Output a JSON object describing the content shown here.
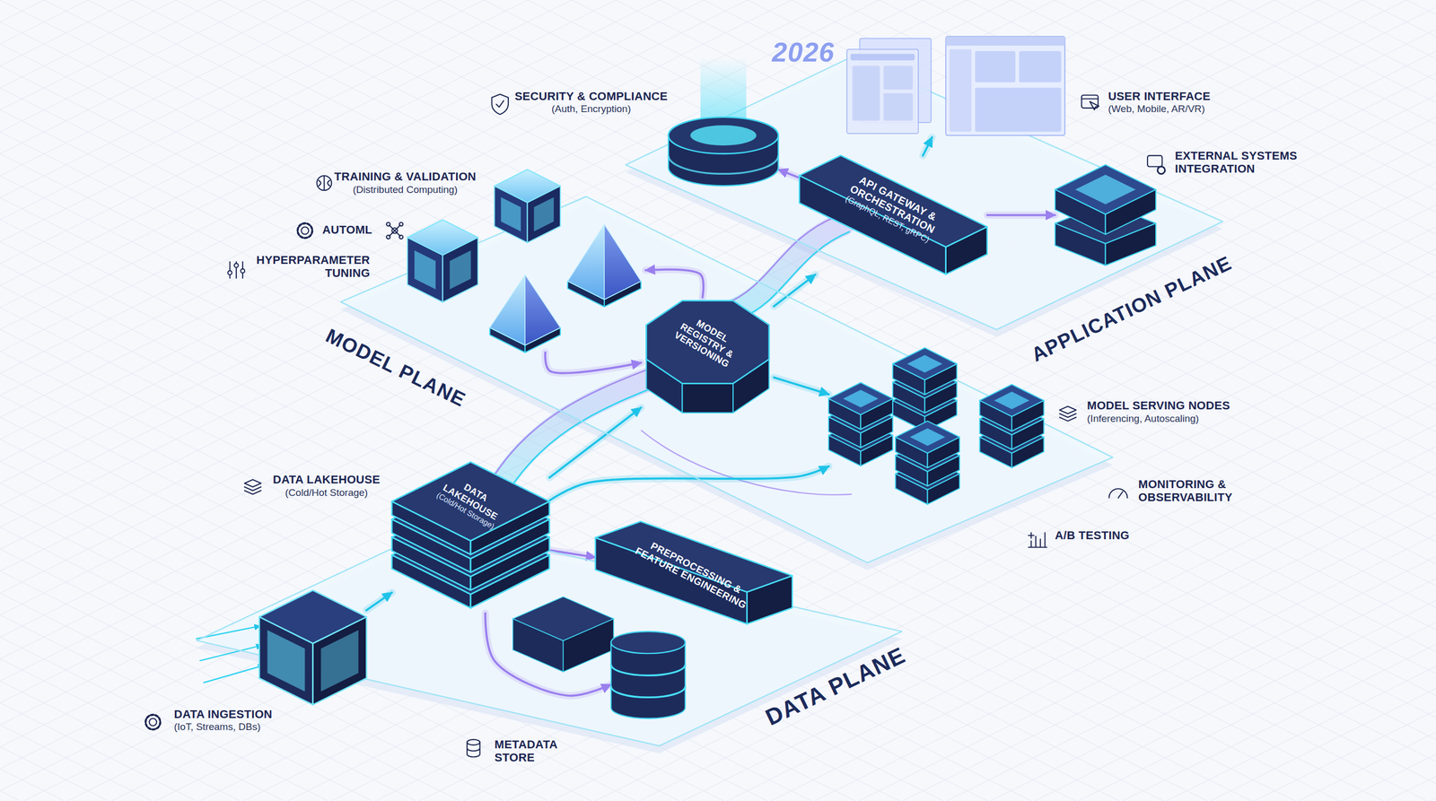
{
  "diagram": {
    "nodes": [
      {
        "text": [
          "APPLICATION PLANE"
        ]
      },
      {
        "text": [
          "SECURITY & COMPLIANCE",
          "(Auth, Encryption)"
        ],
        "in": 0
      },
      {
        "text": [
          "USER INTERFACE",
          "(Web, Mobile, AR/VR)"
        ],
        "in": 0
      },
      {
        "text": [
          "API GATEWAY & ORCHESTRATION",
          "(GraphQL, REST, gRPC)"
        ],
        "in": 0
      },
      {
        "text": [
          "EXTERNAL SYSTEMS INTEGRATION"
        ],
        "in": 0
      },
      {
        "text": [
          "MODEL PLANE"
        ]
      },
      {
        "text": [
          "TRAINING & VALIDATION",
          "(Distributed Computing)",
          "AUTOML",
          "HYPERPARAMETER TUNING"
        ],
        "in": 5
      },
      {
        "text": [
          "MODEL REGISTRY & VERSIONING"
        ],
        "in": 5
      },
      {
        "text": [
          "MODEL SERVING NODES",
          "(Inferencing, Autoscaling)",
          "MONITORING & OBSERVABILITY",
          "A/B TESTING"
        ],
        "in": 5
      },
      {
        "text": [
          "DATA PLANE"
        ]
      },
      {
        "text": [
          "DATA INGESTION",
          "(IoT, Streams, DBs)"
        ],
        "in": 9
      },
      {
        "text": [
          "DATA LAKEHOUSE",
          "(Cold/Hot Storage)",
          "DATA LAKEHOUSE",
          "(Cold/Hot Storage)"
        ],
        "in": 9
      },
      {
        "text": [
          "PREPROCESSING & FEATURE ENGINEERING"
        ],
        "in": 9
      },
      {
        "text": [
          "METADATA STORE"
        ],
        "in": 9
      }
    ],
    "edges": [
      {
        "from": 10,
        "to": 11,
        "arrow": "to"
      },
      {
        "from": 11,
        "to": 12,
        "arrow": "to"
      },
      {
        "from": 11,
        "to": 13,
        "arrow": "to"
      },
      {
        "from": 11,
        "to": 7,
        "arrow": "to"
      },
      {
        "from": 11,
        "to": 8,
        "arrow": "to"
      },
      {
        "from": 6,
        "to": 7,
        "arrow": "to"
      },
      {
        "from": 7,
        "to": 6,
        "arrow": "to"
      },
      {
        "from": 7,
        "to": 8,
        "arrow": "to"
      },
      {
        "from": 7,
        "to": 3,
        "arrow": "to"
      },
      {
        "from": 3,
        "to": 1,
        "arrow": "to"
      },
      {
        "from": 3,
        "to": 2,
        "arrow": "to"
      },
      {
        "from": 3,
        "to": 4,
        "arrow": "to"
      }
    ],
    "labels": [
      "2026"
    ]
  }
}
